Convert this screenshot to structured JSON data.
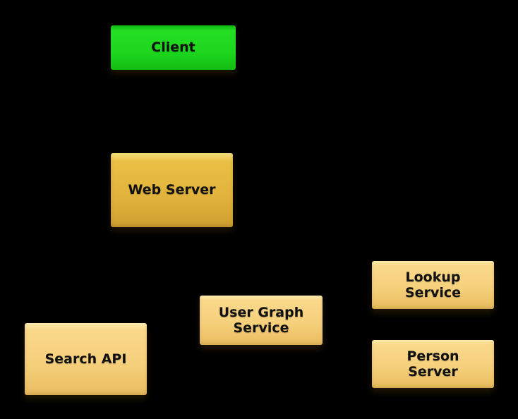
{
  "diagram": {
    "background_color": "#000000",
    "label_text_color": "#111111",
    "colors": {
      "client_fill": "#1dd61d",
      "web_server_fill": "#e2b33c",
      "service_fill": "#f6d07c"
    },
    "nodes": [
      {
        "id": "client",
        "label": "Client",
        "fill": "#1dd61d"
      },
      {
        "id": "web-server",
        "label": "Web Server",
        "fill": "#e2b33c"
      },
      {
        "id": "search-api",
        "label": "Search API",
        "fill": "#f6d07c"
      },
      {
        "id": "user-graph-service",
        "label": "User Graph\nService",
        "fill": "#f6d07c"
      },
      {
        "id": "lookup-service",
        "label": "Lookup\nService",
        "fill": "#f6d07c"
      },
      {
        "id": "person-server",
        "label": "Person\nServer",
        "fill": "#f6d07c"
      }
    ]
  }
}
